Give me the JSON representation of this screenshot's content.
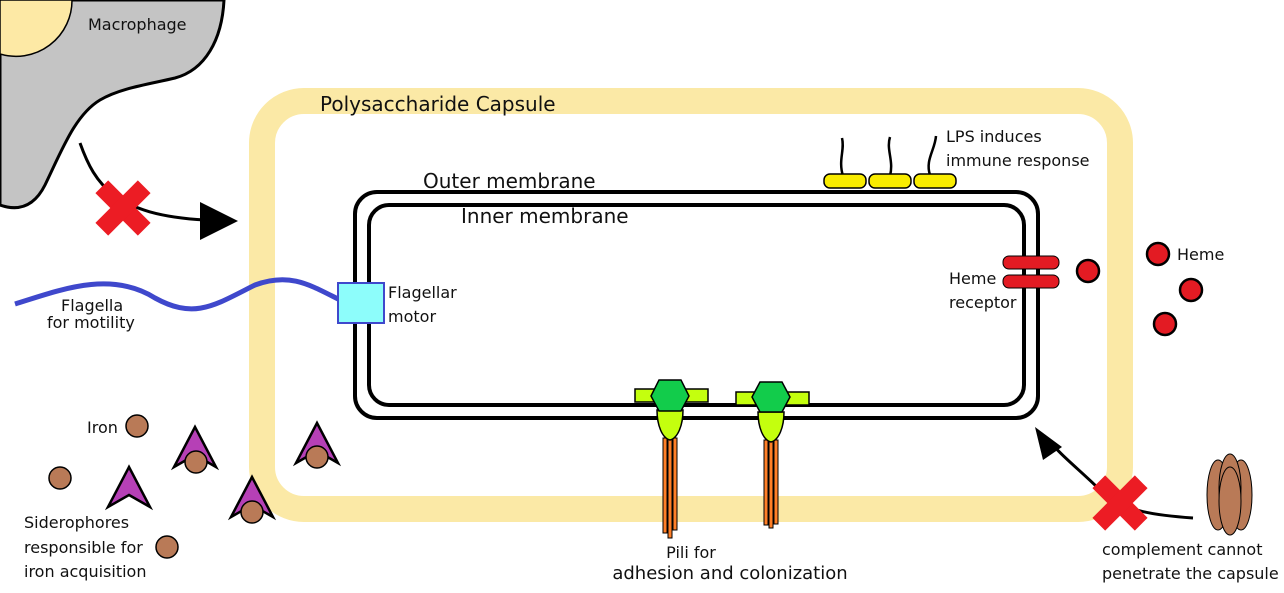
{
  "diagram": {
    "title": "Bacterial cell virulence factors",
    "labels": {
      "macrophage": "Macrophage",
      "capsule": "Polysaccharide Capsule",
      "outer_membrane": "Outer membrane",
      "inner_membrane": "Inner membrane",
      "lps_line1": "LPS induces",
      "lps_line2": "immune response",
      "heme": "Heme",
      "heme_receptor_line1": "Heme",
      "heme_receptor_line2": "receptor",
      "flagella_line1": "Flagella",
      "flagella_line2": "for motility",
      "flagellar_motor_line1": "Flagellar",
      "flagellar_motor_line2": "motor",
      "iron": "Iron",
      "siderophores_line1": "Siderophores",
      "siderophores_line2": "responsible for",
      "siderophores_line3": "iron acquisition",
      "pili_line1": "Pili for",
      "pili_line2": "adhesion and colonization",
      "complement_line1": "complement cannot",
      "complement_line2": "penetrate the capsule"
    },
    "colors": {
      "capsule": "#fbe9a6",
      "macrophage": "#c4c4c4",
      "macrophage_nucleus": "#fde9a5",
      "blocked_x": "#ec1c24",
      "lps": "#f9ec00",
      "heme": "#e31b23",
      "flagella": "#3f48cc",
      "flagellar_motor": "#8dfdfb",
      "iron": "#b97a57",
      "siderophore": "#b640b6",
      "pili_base": "#c4ff0e",
      "pili_head": "#12cc4b",
      "pili_fiber": "#ff7f27",
      "complement": "#b97a57"
    }
  }
}
